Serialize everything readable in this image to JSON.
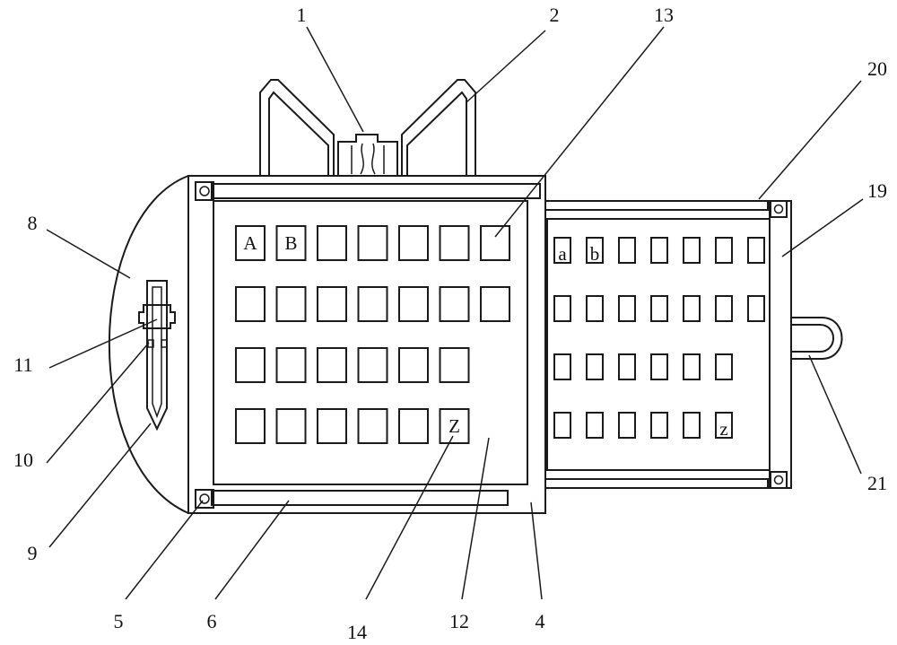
{
  "callouts": {
    "c1": "1",
    "c2": "2",
    "c4": "4",
    "c5": "5",
    "c6": "6",
    "c8": "8",
    "c9": "9",
    "c10": "10",
    "c11": "11",
    "c12": "12",
    "c13": "13",
    "c14": "14",
    "c19": "19",
    "c20": "20",
    "c21": "21"
  },
  "main_keys": {
    "row1": [
      "A",
      "B",
      "",
      "",
      "",
      "",
      ""
    ],
    "row2": [
      "",
      "",
      "",
      "",
      "",
      "",
      ""
    ],
    "row3": [
      "",
      "",
      "",
      "",
      "",
      ""
    ],
    "row4": [
      "",
      "",
      "",
      "",
      "",
      "Z"
    ]
  },
  "slide_keys": {
    "row1": [
      "a",
      "b",
      "",
      "",
      "",
      "",
      ""
    ],
    "row2": [
      "",
      "",
      "",
      "",
      "",
      "",
      ""
    ],
    "row3": [
      "",
      "",
      "",
      "",
      "",
      ""
    ],
    "row4": [
      "",
      "",
      "",
      "",
      "",
      "z"
    ]
  }
}
